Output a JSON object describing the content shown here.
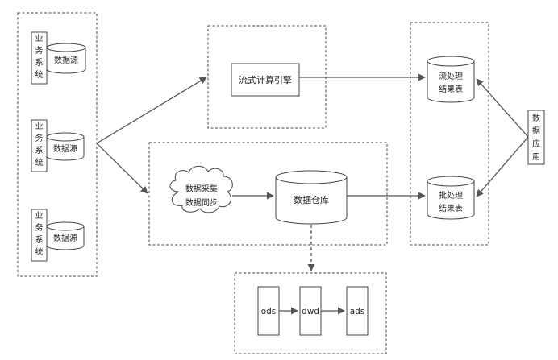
{
  "business_systems": [
    {
      "label_chars": [
        "业",
        "务",
        "系",
        "统"
      ],
      "db_label": "数据源"
    },
    {
      "label_chars": [
        "业",
        "务",
        "系",
        "统"
      ],
      "db_label": "数据源"
    },
    {
      "label_chars": [
        "业",
        "务",
        "系",
        "统"
      ],
      "db_label": "数据源"
    }
  ],
  "stream_engine": {
    "label": "流式计算引擎"
  },
  "collector": {
    "line1": "数据采集",
    "line2": "数据同步"
  },
  "warehouse": {
    "label": "数据仓库"
  },
  "results": {
    "stream": {
      "line1": "流处理",
      "line2": "结果表"
    },
    "batch": {
      "line1": "批处理",
      "line2": "结果表"
    }
  },
  "data_app": {
    "label_chars": [
      "数",
      "据",
      "应",
      "用"
    ]
  },
  "layers": {
    "ods": "ods",
    "dwd": "dwd",
    "ads": "ads"
  }
}
